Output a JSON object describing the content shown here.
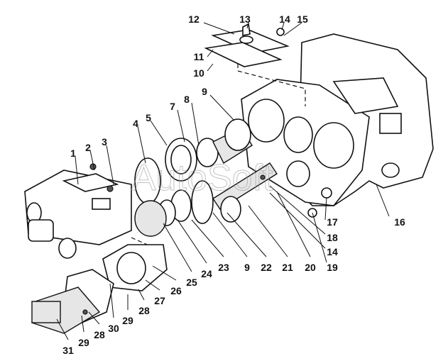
{
  "diagram": {
    "watermark": "AutoSoft",
    "labels": [
      "12",
      "13",
      "14",
      "15",
      "11",
      "10",
      "9",
      "8",
      "7",
      "5",
      "4",
      "3",
      "2",
      "1",
      "16",
      "17",
      "18",
      "14",
      "19",
      "20",
      "21",
      "22",
      "9",
      "23",
      "24",
      "25",
      "26",
      "27",
      "28",
      "29",
      "30",
      "28",
      "29",
      "31"
    ]
  }
}
